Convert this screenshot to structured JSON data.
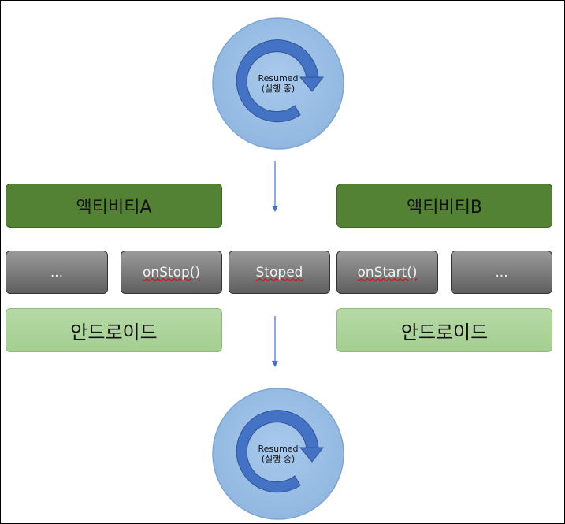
{
  "top_state": {
    "line1": "Resumed",
    "line2": "(실행 중)"
  },
  "bottom_state": {
    "line1": "Resumed",
    "line2": "(실행 중)"
  },
  "activity_a": "액티비티A",
  "activity_b": "액티비티B",
  "android_left": "안드로이드",
  "android_right": "안드로이드",
  "lifecycle": [
    "...",
    "onStop()",
    "Stoped",
    "onStart()",
    "..."
  ],
  "colors": {
    "circle_fill": "#9dc3e6",
    "circle_arrow": "#4472c4",
    "activity_box": "#548235",
    "android_box": "#a9d18e",
    "lifecycle_box": "#7f7f7f",
    "flow_arrow": "#4472c4"
  }
}
